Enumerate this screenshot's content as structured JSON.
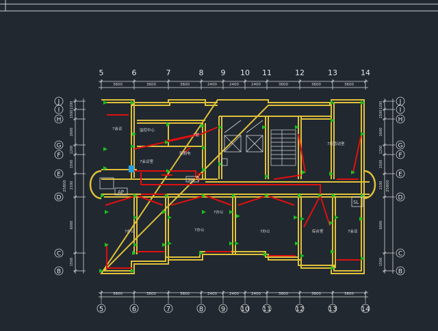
{
  "grid_top": [
    "5",
    "6",
    "7",
    "8",
    "9",
    "10",
    "11",
    "12",
    "13",
    "14"
  ],
  "grid_bottom": [
    "5",
    "6",
    "7",
    "8",
    "9",
    "10",
    "11",
    "12",
    "13",
    "14"
  ],
  "grid_left": [
    "J",
    "I",
    "H",
    "G",
    "F",
    "E",
    "D",
    "C",
    "B"
  ],
  "grid_right": [
    "J",
    "I",
    "H",
    "G",
    "F",
    "E",
    "D",
    "C",
    "B"
  ],
  "dims_top": [
    "3600",
    "3600",
    "3600",
    "2400",
    "2400",
    "2400",
    "3600",
    "3600",
    "3600"
  ],
  "dims_bottom": [
    "3600",
    "3600",
    "3600",
    "2400",
    "2400",
    "2400",
    "3600",
    "3600",
    "3600"
  ],
  "dims_left": [
    "1200",
    "1500",
    "2600",
    "1200",
    "1500",
    "2100",
    "6000",
    "1500"
  ],
  "dims_right": [
    "1200",
    "1500",
    "2600",
    "1200",
    "1500",
    "2100",
    "6000",
    "1500"
  ],
  "dim_left_total": "25800",
  "dim_right_total": "25800",
  "rooms": {
    "r1": "7会议",
    "r2": "监控中心",
    "r3": "7层",
    "r4": "强弱电",
    "r5": "7会议室",
    "r6": "7层活动室",
    "r7": "7办公",
    "r8": "7办公",
    "r9": "7办公",
    "r10": "7办公",
    "r11": "综合室",
    "r12": "7会议"
  },
  "equipment": {
    "ap_label": "AP",
    "sw_label": "SW",
    "sl_label": "SL"
  },
  "colors": {
    "background": "#212830",
    "wall": "#e0c23a",
    "cable": "#e01010",
    "device": "#18c020",
    "dim": "#d8d8d8"
  }
}
